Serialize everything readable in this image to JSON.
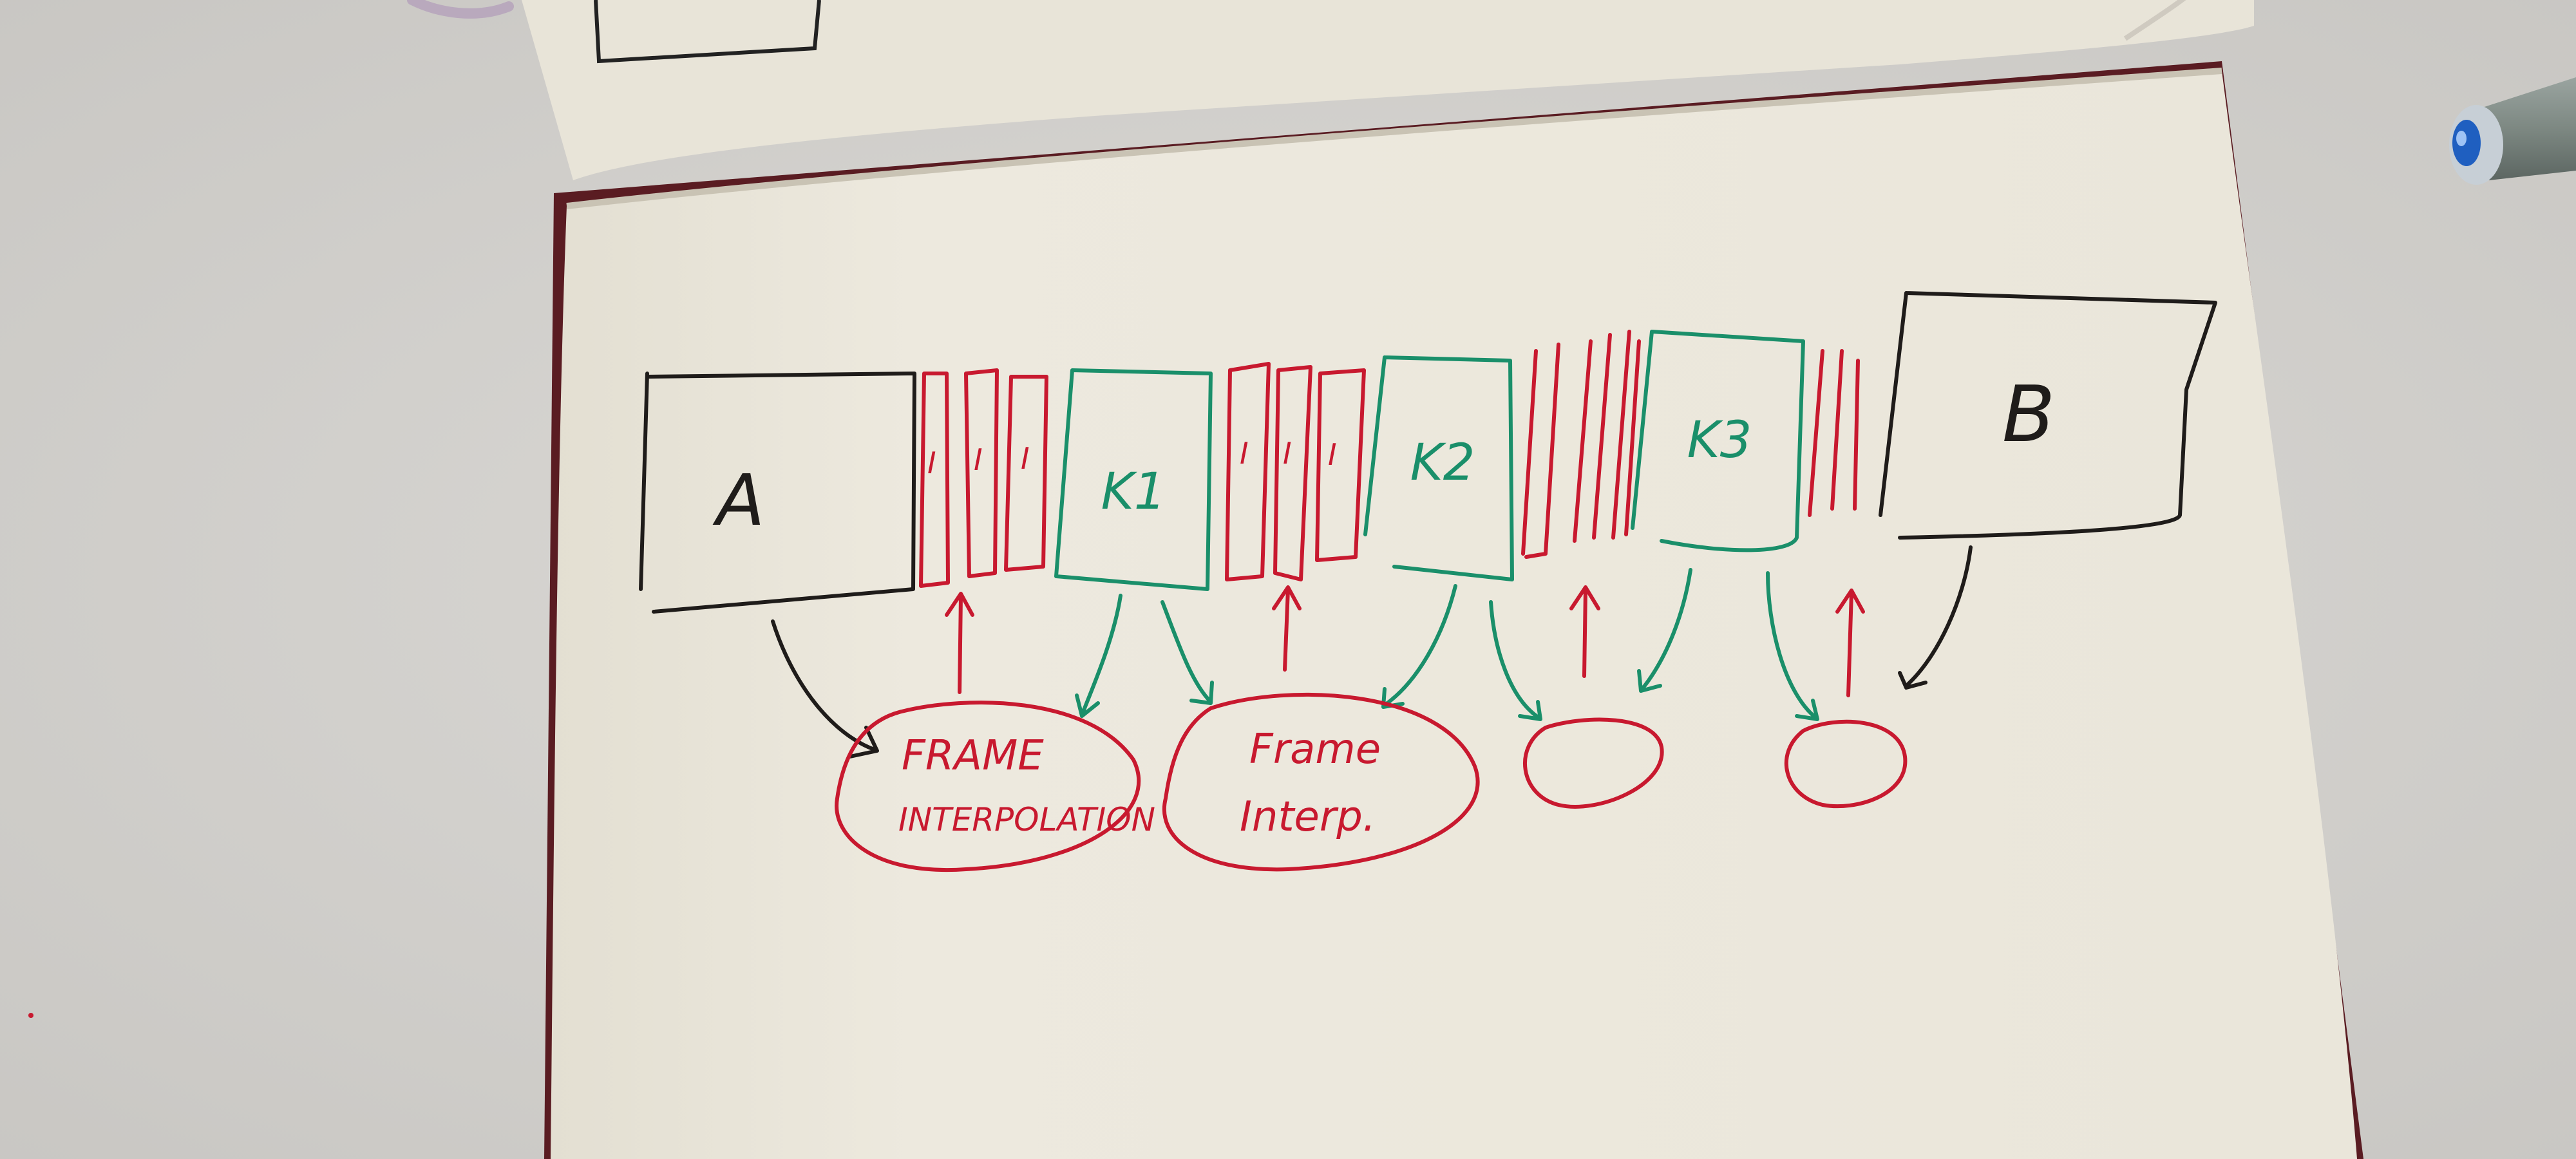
{
  "colors": {
    "desk": "#d9d7d3",
    "paper": "#ece8dc",
    "paper_back": "#e6e2d6",
    "black_ink": "#1f1c1a",
    "red_ink": "#c8192f",
    "green_ink": "#1a8f6a",
    "pen_blue": "#1f5fc0"
  },
  "boxes": {
    "a_label": "A",
    "b_label": "B",
    "k1_label": "K1",
    "k2_label": "K2",
    "k3_label": "K3",
    "interp_frame_label": "I"
  },
  "bubbles": {
    "first_line1": "FRAME",
    "first_line2": "INTERPOLATION",
    "second_line1": "Frame",
    "second_line2": "Interp."
  }
}
